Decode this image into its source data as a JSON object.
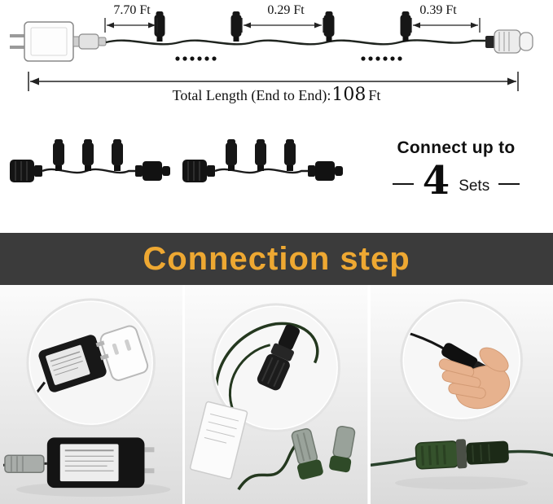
{
  "diagram": {
    "dim1": "7.70 Ft",
    "dim2": "0.29 Ft",
    "dim3": "0.39 Ft",
    "total_label": "Total Length (End to End):",
    "total_value": "108",
    "total_unit": "Ft"
  },
  "connect": {
    "line1": "Connect up to",
    "sets_number": "4",
    "sets_label": "Sets"
  },
  "banner": {
    "title": "Connection step",
    "background_color": "#3b3b3b",
    "accent_color": "#eea832"
  },
  "photos": {
    "step1": "adapter-and-plug-closeup",
    "step2": "connector-pair-with-cord-closeup",
    "step3": "hands-joining-connectors-closeup"
  }
}
